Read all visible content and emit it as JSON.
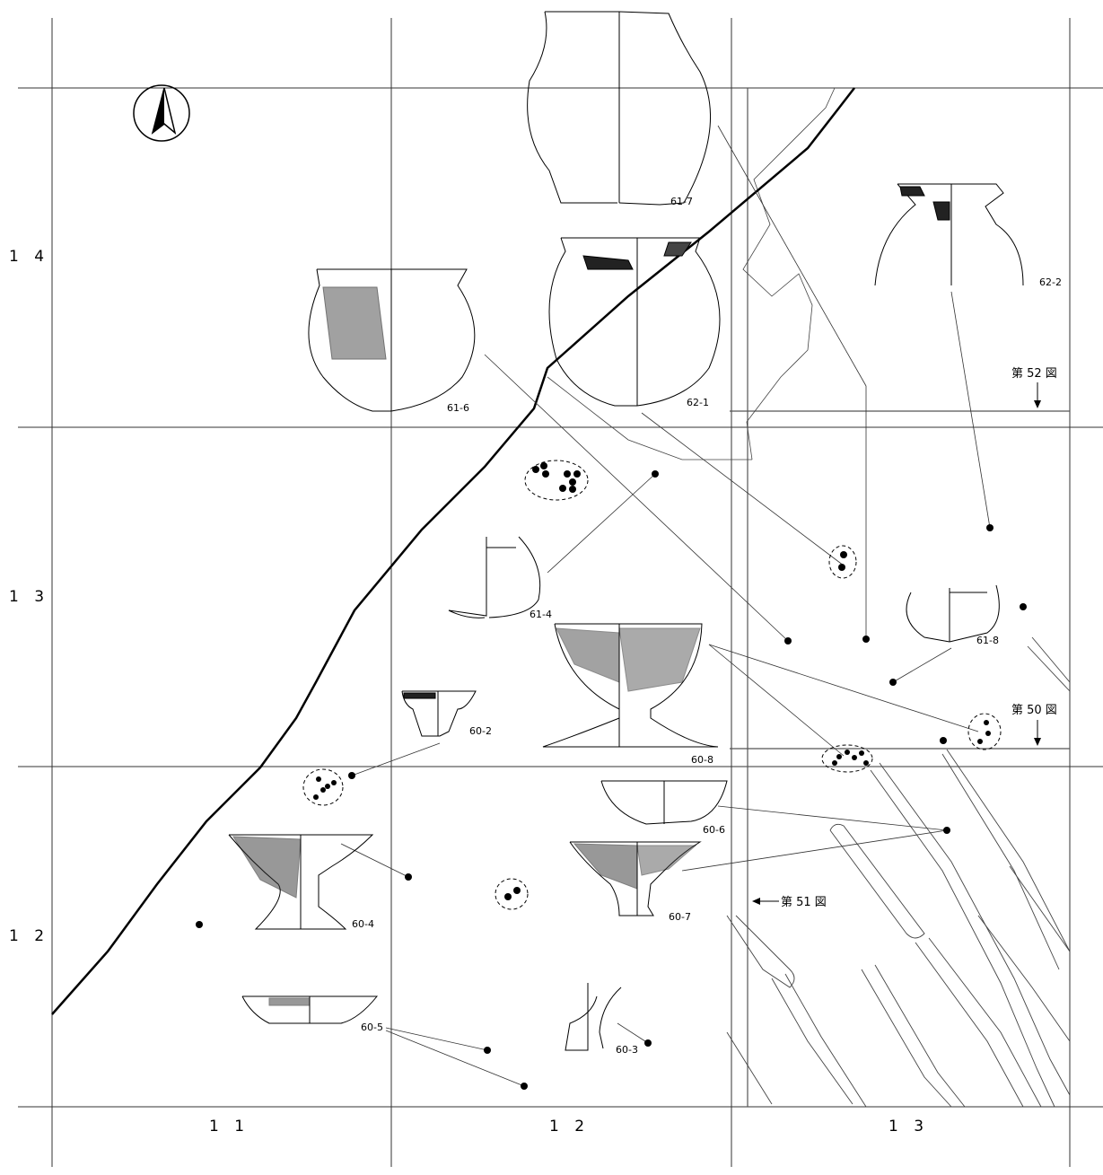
{
  "row_labels": [
    "1 4",
    "1 3",
    "1 2"
  ],
  "col_labels": [
    "1 1",
    "1 2",
    "1 3"
  ],
  "figure_refs": {
    "fig52": "第 52 図",
    "fig50": "第 50 図",
    "fig51": "第 51 図"
  },
  "vessel_labels": {
    "v61_7": "61-7",
    "v62_1": "62-1",
    "v62_2": "62-2",
    "v61_6": "61-6",
    "v61_4": "61-4",
    "v61_8": "61-8",
    "v60_2": "60-2",
    "v60_8": "60-8",
    "v60_6": "60-6",
    "v60_4": "60-4",
    "v60_7": "60-7",
    "v60_5": "60-5",
    "v60_3": "60-3"
  },
  "icons": {
    "north": "north-arrow-icon"
  }
}
